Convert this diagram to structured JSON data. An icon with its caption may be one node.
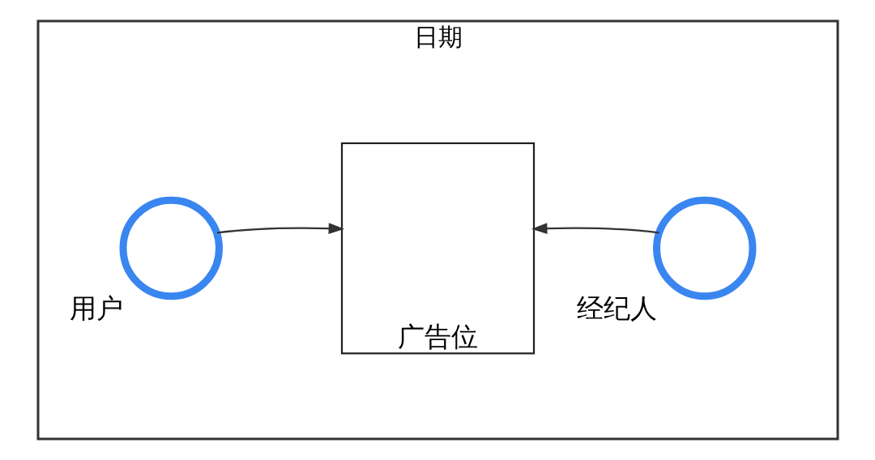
{
  "diagram": {
    "nodes": [
      {
        "text": [
          "日期"
        ]
      },
      {
        "text": [],
        "shape": "person",
        "beside": [
          "用户"
        ],
        "in": 0
      },
      {
        "text": [
          "广告位"
        ],
        "in": 0
      },
      {
        "text": [],
        "shape": "person",
        "beside": [
          "经纪人"
        ],
        "in": 0
      }
    ],
    "edges": [
      {
        "from": 1,
        "to": 2,
        "arrow": "to"
      },
      {
        "from": 3,
        "to": 2,
        "arrow": "to"
      }
    ]
  }
}
